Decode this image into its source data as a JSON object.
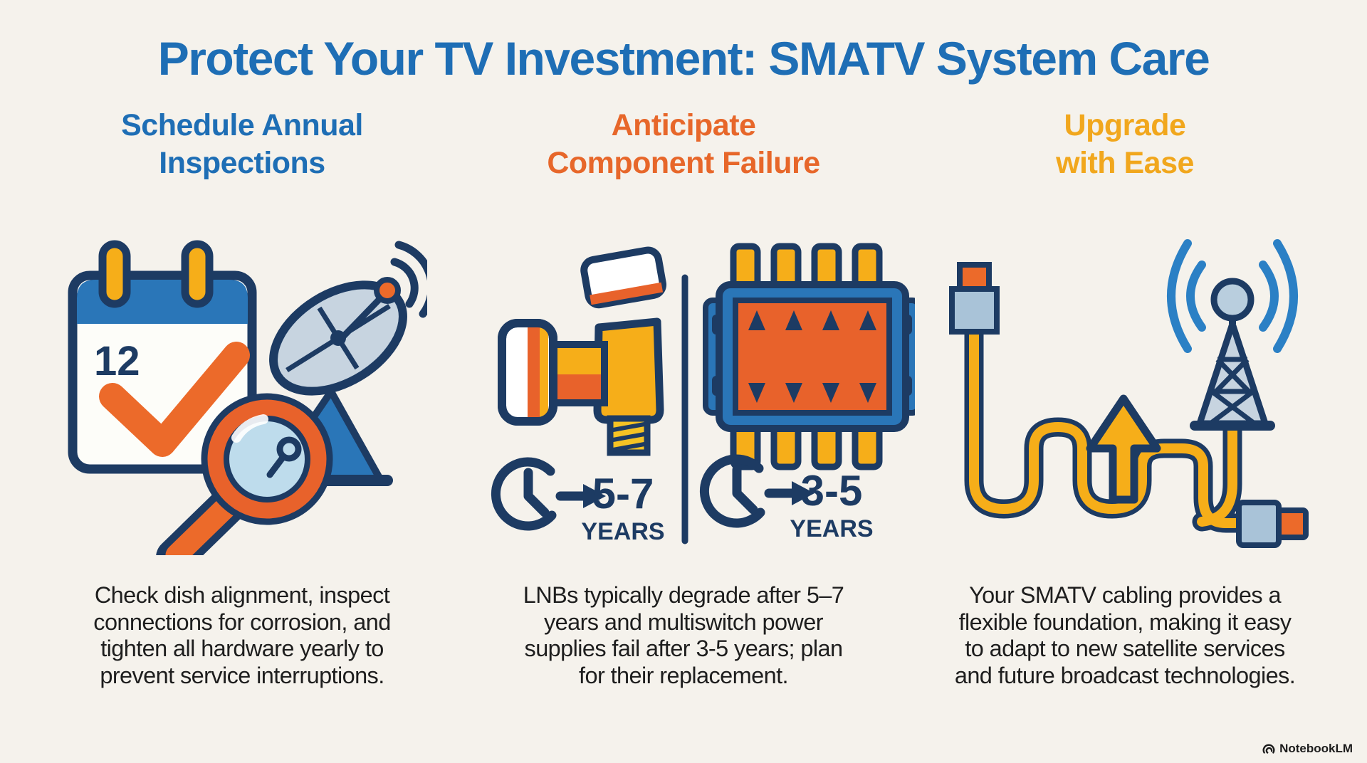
{
  "title": "Protect Your TV Investment: SMATV System Care",
  "colors": {
    "background": "#f5f2ec",
    "title_blue": "#1e6eb5",
    "heading_orange": "#e7672a",
    "heading_yellow": "#f1a71d",
    "outline_navy": "#1d3b63",
    "icon_orange": "#ec6a2a",
    "icon_yellow": "#f6ae19",
    "icon_steel_blue": "#c7d4e0",
    "icon_blue": "#2a76b8",
    "signal_blue": "#2b80c5",
    "body_text": "#1e1e1e"
  },
  "columns": [
    {
      "id": "inspections",
      "heading": "Schedule Annual\nInspections",
      "icons": [
        "calendar-icon",
        "satellite-dish-icon",
        "magnifying-glass-icon"
      ],
      "calendar_day": "12",
      "body": "Check dish alignment, inspect\nconnections for corrosion, and\ntighten all hardware yearly to\nprevent service interruptions."
    },
    {
      "id": "component-failure",
      "heading": "Anticipate\nComponent Failure",
      "icons": [
        "lnb-connector-icon",
        "multiswitch-icon",
        "clock-arrow-icon"
      ],
      "lifespans": [
        {
          "range": "5-7",
          "unit": "YEARS"
        },
        {
          "range": "3-5",
          "unit": "YEARS"
        }
      ],
      "body": "LNBs typically degrade after 5–7\nyears and multiswitch power\nsupplies fail after 3-5 years; plan\nfor their replacement."
    },
    {
      "id": "upgrade",
      "heading": "Upgrade\nwith Ease",
      "icons": [
        "coax-cable-icon",
        "up-arrow-icon",
        "broadcast-tower-icon",
        "cable-connector-icon"
      ],
      "body": "Your SMATV cabling provides a\nflexible foundation, making it easy\nto adapt to new satellite services\nand future broadcast technologies."
    }
  ],
  "watermark": {
    "label": "NotebookLM"
  }
}
